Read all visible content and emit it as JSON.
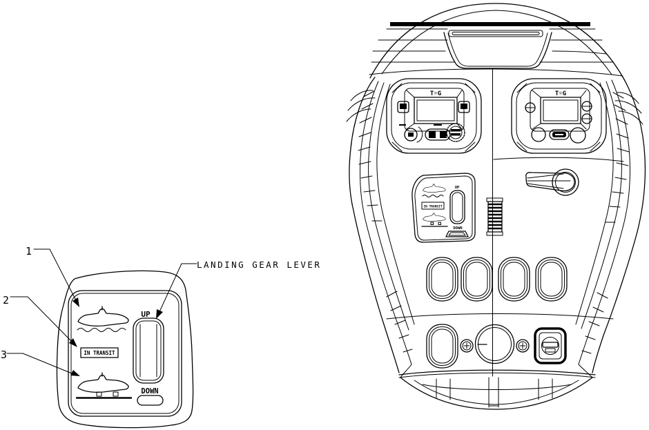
{
  "figure": {
    "background": "#ffffff",
    "ink": "#000000"
  },
  "detail_view": {
    "callouts": [
      "1",
      "2",
      "3"
    ],
    "annotation_label": "LANDING GEAR LEVER",
    "gear_panel": {
      "up": "UP",
      "down": "DOWN",
      "in_transit": "IN TRANSIT"
    }
  },
  "console_view": {
    "instruments": [
      {
        "logo": "T☼G"
      },
      {
        "logo": "T☼G"
      }
    ],
    "gear_panel": {
      "up": "UP",
      "down": "DOWN",
      "in_transit": "IN TRANSIT"
    }
  }
}
